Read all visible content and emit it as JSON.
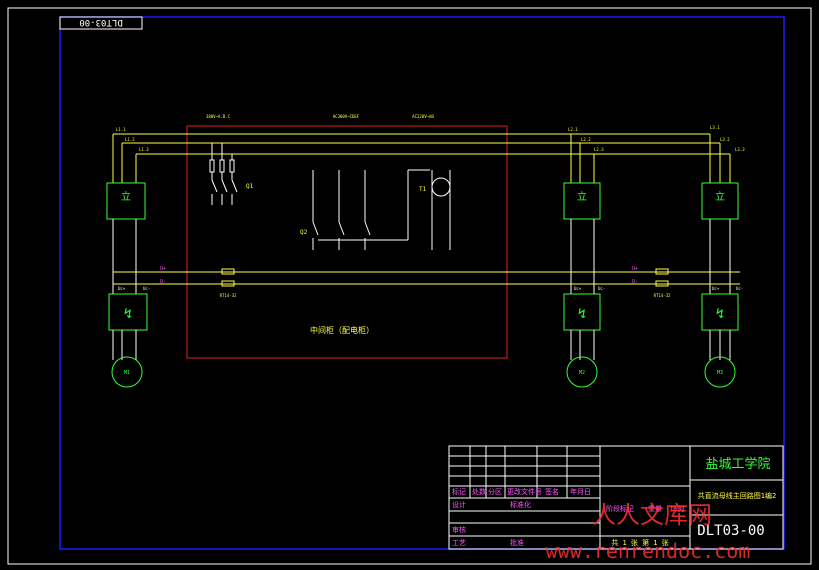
{
  "drawing": {
    "corner_code": "DLT03-00",
    "bus_labels": [
      "L1.1",
      "L1.2",
      "L1.3",
      "L2.1",
      "L2.2",
      "L2.3",
      "L3.1",
      "L3.2",
      "L3.3",
      "Uc+",
      "Uc-"
    ],
    "top_labels": {
      "left": "380V~A.B.C",
      "mid1": "AC380V~CDEF",
      "mid2": "AC220V~AB"
    },
    "panel_label": "中间柜（配电柜）",
    "breaker_q1": "Q1",
    "breaker_q2": "Q2",
    "transformer": "T1",
    "converter_symbol": "立",
    "inverter_symbol": "↯",
    "fuse_label": "RT14-32",
    "motor_labels": [
      "M1",
      "M2",
      "M3"
    ],
    "dc_labels": {
      "plus": "U+",
      "minus": "U-"
    }
  },
  "title_block": {
    "school": "盐城工学院",
    "drawing_title": "共直流母线主回路图1编2",
    "drawing_no": "DLT03-00",
    "sheet": "共 1 张 第 1 张",
    "rev_headers": [
      "标记",
      "处数",
      "分区",
      "更改文件号",
      "签名",
      "年月日"
    ],
    "roles": [
      "设计",
      "审核",
      "工艺"
    ],
    "mid_headers": [
      "标准化",
      "批准"
    ],
    "right_headers": [
      "阶段标记",
      "重量",
      "比例"
    ]
  },
  "watermark": {
    "text": "人人文库网",
    "url": "www.renrendoc.com"
  }
}
